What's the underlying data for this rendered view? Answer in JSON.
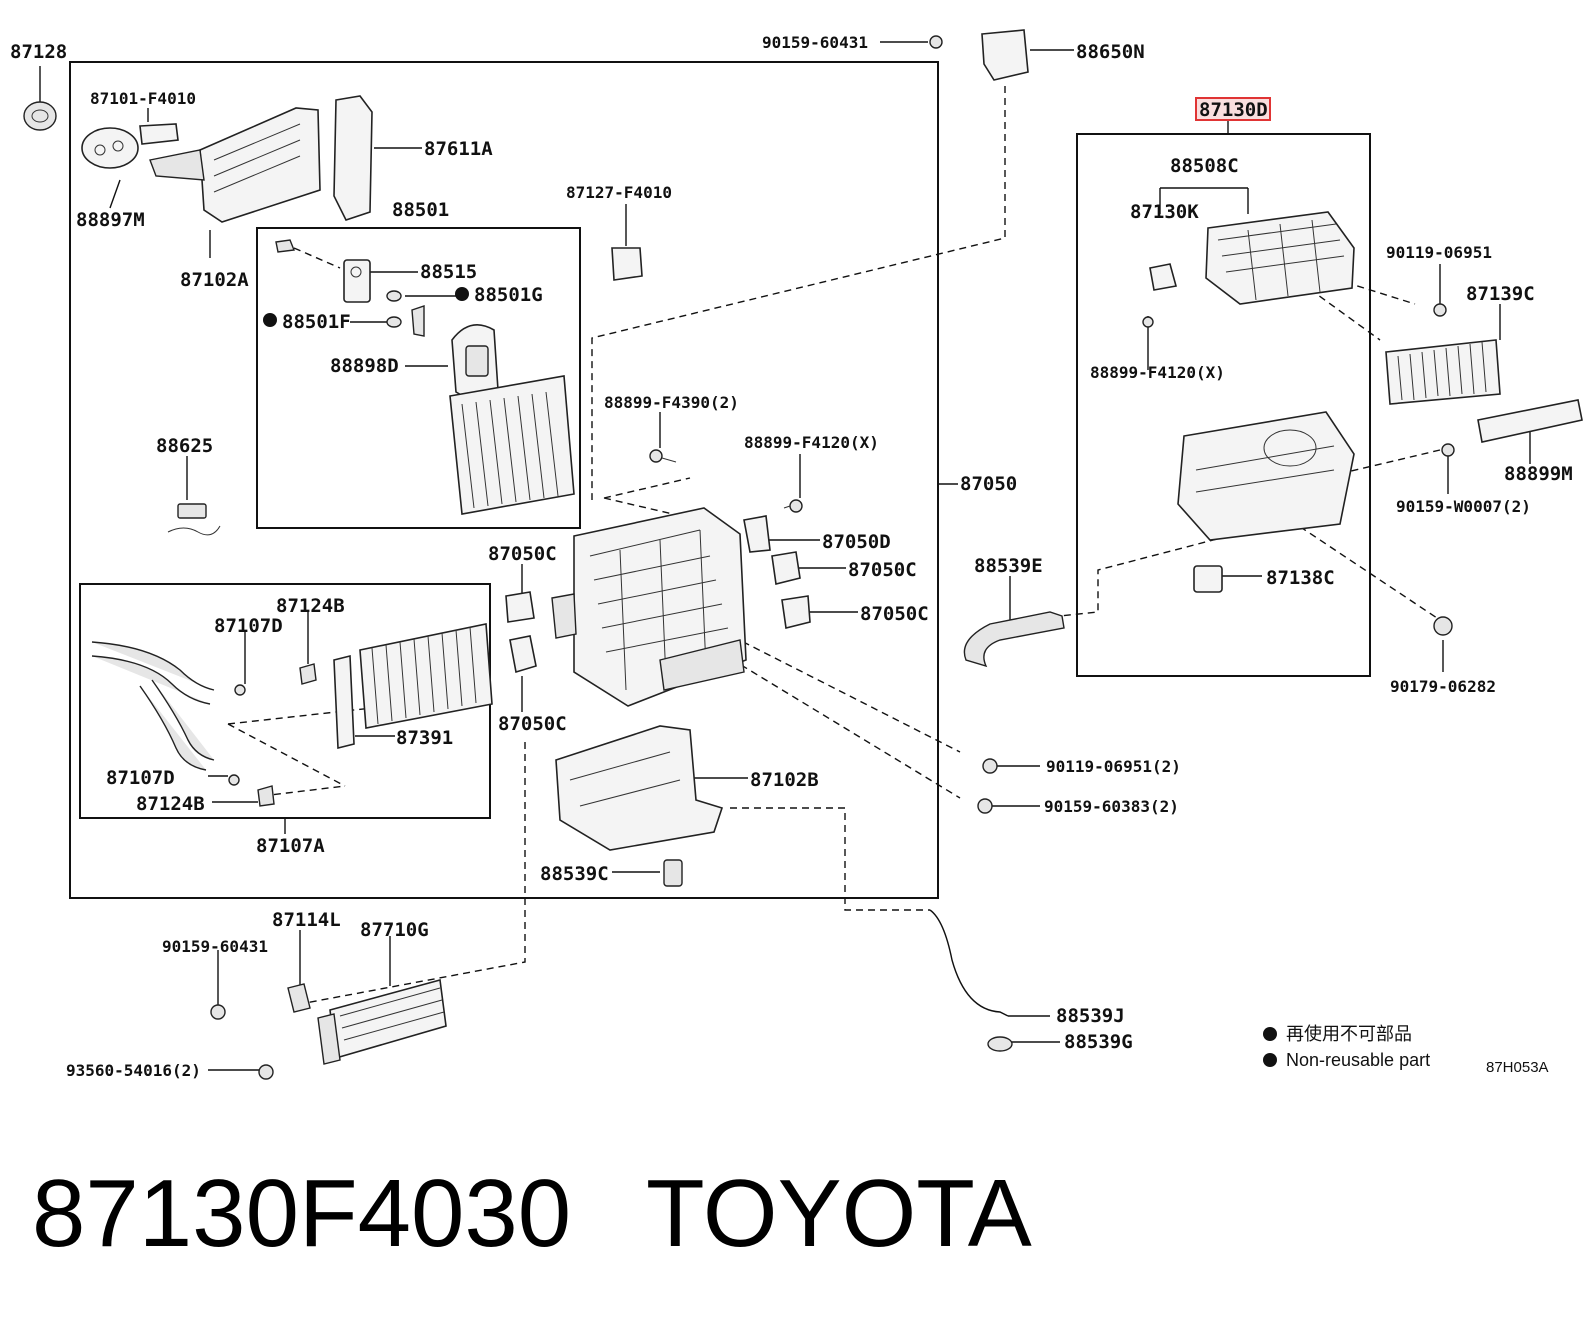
{
  "labels": {
    "p87128": "87128",
    "p87101": "87101-F4010",
    "p87611a": "87611A",
    "p88897m": "88897M",
    "p87102a": "87102A",
    "p88501": "88501",
    "p88515": "88515",
    "p88501g": "88501G",
    "p88501f": "88501F",
    "p88898d": "88898D",
    "p88625": "88625",
    "p87127": "87127-F4010",
    "p88899_4390": "88899-F4390(2)",
    "p88899_4120_mid": "88899-F4120(X)",
    "p87050": "87050",
    "p87050c_left": "87050C",
    "p87050c_left2": "87050C",
    "p87050d": "87050D",
    "p87050c_r1": "87050C",
    "p87050c_r2": "87050C",
    "p87124b_top": "87124B",
    "p87107d_top": "87107D",
    "p87391": "87391",
    "p87107d_bot": "87107D",
    "p87124b_bot": "87124B",
    "p87107a": "87107A",
    "p87102b": "87102B",
    "p88539c": "88539C",
    "p90159_60431_top": "90159-60431",
    "p88650n": "88650N",
    "p87130d": "87130D",
    "p88508c": "88508C",
    "p87130k": "87130K",
    "p90119_06951": "90119-06951",
    "p87139c": "87139C",
    "p88899_4120_right": "88899-F4120(X)",
    "p88899m": "88899M",
    "p90159_w0007": "90159-W0007(2)",
    "p88539e": "88539E",
    "p87138c": "87138C",
    "p90179_06282": "90179-06282",
    "p90119_06951_2": "90119-06951(2)",
    "p90159_60383": "90159-60383(2)",
    "p87114l": "87114L",
    "p87710g": "87710G",
    "p90159_60431_bot": "90159-60431",
    "p93560": "93560-54016(2)",
    "p88539j": "88539J",
    "p88539g": "88539G"
  },
  "legend": {
    "jp": "再使用不可部品",
    "en": "Non-reusable part"
  },
  "diagram_code": "87H053A",
  "footer": {
    "part_number": "87130F4030",
    "brand": "TOYOTA"
  }
}
